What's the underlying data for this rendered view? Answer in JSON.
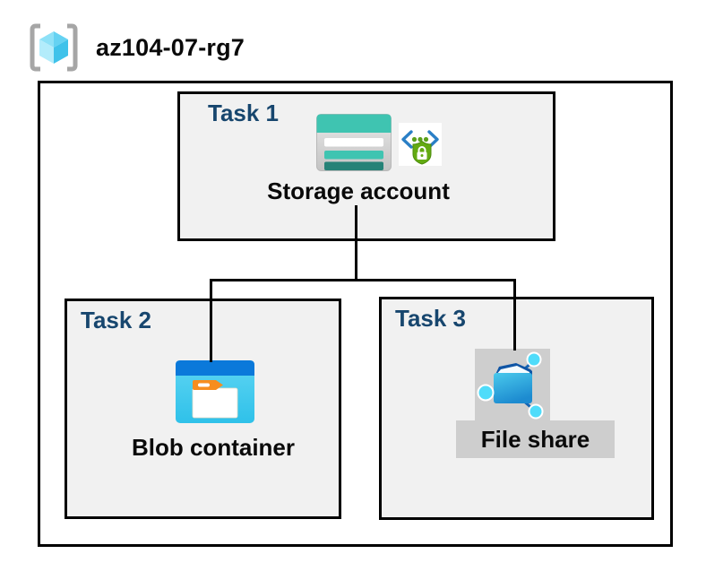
{
  "title": "az104-07-rg7",
  "diagram": {
    "tasks": [
      {
        "label": "Task 1",
        "item": "Storage account",
        "icons": [
          "storage-account-icon",
          "shared-access-signature-icon"
        ]
      },
      {
        "label": "Task 2",
        "item": "Blob container",
        "icons": [
          "blob-container-icon"
        ]
      },
      {
        "label": "Task 3",
        "item": "File share",
        "icons": [
          "file-share-icon"
        ]
      }
    ],
    "connections": [
      {
        "from": "Storage account",
        "to": "Blob container"
      },
      {
        "from": "Storage account",
        "to": "File share"
      }
    ]
  },
  "icons": {
    "header": "resource-group-icon"
  },
  "colors": {
    "task_label_navy": "#17466E",
    "box_fill_gray": "#F1F1F1",
    "selected_gray": "#CECECE",
    "border_black": "#000000",
    "storage_teal": "#3FC4B1",
    "storage_dark_teal": "#258277",
    "azure_blue": "#0B79DA",
    "container_cyan": "#35C4EB",
    "folder_tab_orange": "#F78D1E",
    "sas_green": "#63AA12",
    "sas_bracket_blue": "#2A7FC6",
    "cube_cyan": "#65D2F2",
    "node_cyan": "#4FDCFA"
  }
}
